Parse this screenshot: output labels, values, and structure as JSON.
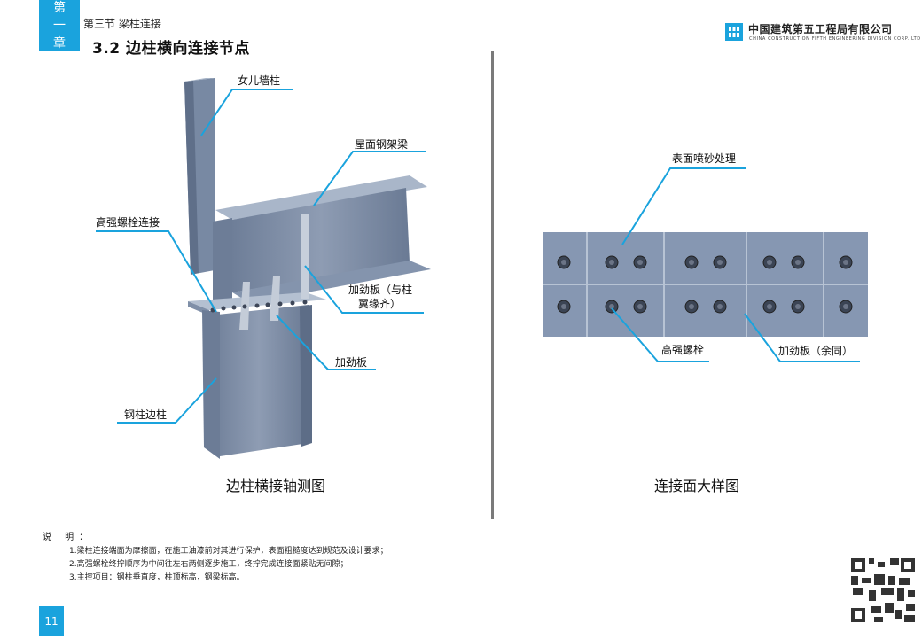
{
  "header": {
    "chapter_tab": [
      "第",
      "一",
      "章"
    ],
    "section_label": "第三节 梁柱连接",
    "page_heading": "3.2 边柱横向连接节点",
    "company_cn": "中国建筑第五工程局有限公司",
    "company_en": "CHINA CONSTRUCTION FIFTH ENGINEERING DIVISION CORP.,LTD"
  },
  "left_view": {
    "labels": {
      "parapet_column": "女儿墙柱",
      "roof_beam": "屋面钢架梁",
      "hs_bolt_connection": "高强螺栓连接",
      "stiffener_flush_1": "加劲板（与柱",
      "stiffener_flush_2": "翼缘齐）",
      "stiffener": "加劲板",
      "edge_column": "钢柱边柱"
    },
    "caption": "边柱横接轴测图"
  },
  "right_view": {
    "labels": {
      "sandblast": "表面喷砂处理",
      "hs_bolt": "高强螺栓",
      "stiffener_same": "加劲板（余同）"
    },
    "caption": "连接面大样图"
  },
  "notes": {
    "title": "说 明：",
    "items": [
      "1.梁柱连接端面为摩擦面，在施工油漆前对其进行保护，表面粗糙度达到规范及设计要求；",
      "2.高强螺栓终拧顺序为中间往左右两侧逐步施工，终拧完成连接面紧贴无间隙；",
      "3.主控项目：钢柱垂直度，柱顶标高，钢梁标高。"
    ]
  },
  "page_number": "11",
  "colors": {
    "accent": "#1aa3dd",
    "steel": "#7c8ca6",
    "steel_dark": "#5f6f89",
    "steel_light": "#9aa8bd"
  },
  "icons": {
    "logo": "company-logo-icon",
    "qr": "qr-code-icon"
  }
}
